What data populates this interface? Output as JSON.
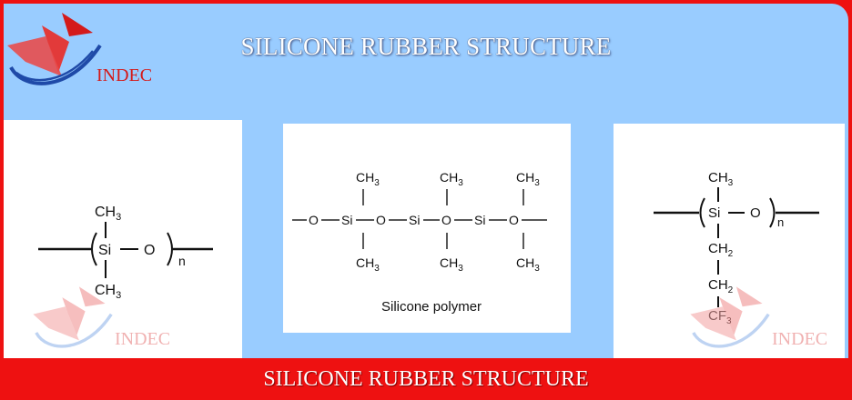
{
  "header": {
    "title": "SILICONE RUBBER STRUCTURE"
  },
  "footer": {
    "title": "SILICONE RUBBER STRUCTURE"
  },
  "brand": {
    "name": "INDEC",
    "colors": {
      "red": "#d41a1a",
      "blue": "#1f4aa8"
    }
  },
  "left_structure": {
    "top_group": "CH",
    "top_sub": "3",
    "bottom_group": "CH",
    "bottom_sub": "3",
    "atom_si": "Si",
    "atom_o": "O",
    "repeat": "n"
  },
  "middle_structure": {
    "group": "CH",
    "sub": "3",
    "atom_si": "Si",
    "atom_o": "O",
    "caption": "Silicone polymer"
  },
  "right_structure": {
    "top_group": "CH",
    "top_sub": "3",
    "atom_si": "Si",
    "atom_o": "O",
    "repeat": "n",
    "chain1": "CH",
    "chain1_sub": "2",
    "chain2": "CH",
    "chain2_sub": "2",
    "end_group": "CF",
    "end_sub": "3"
  }
}
